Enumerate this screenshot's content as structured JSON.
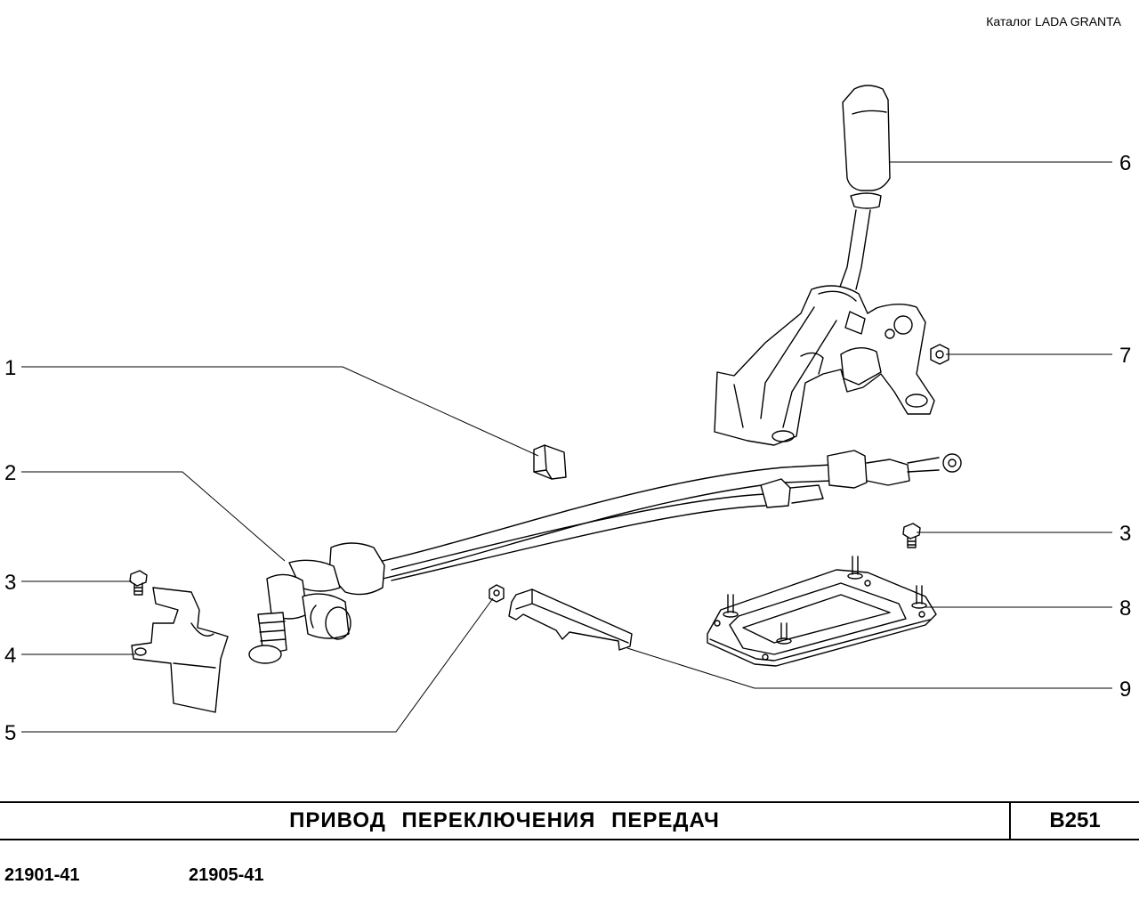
{
  "header": {
    "catalog": "Каталог  LADA  GRANTA"
  },
  "callouts": [
    {
      "id": "1",
      "label": "1"
    },
    {
      "id": "2",
      "label": "2"
    },
    {
      "id": "3a",
      "label": "3"
    },
    {
      "id": "4",
      "label": "4"
    },
    {
      "id": "5",
      "label": "5"
    },
    {
      "id": "6",
      "label": "6"
    },
    {
      "id": "7",
      "label": "7"
    },
    {
      "id": "3b",
      "label": "3"
    },
    {
      "id": "8",
      "label": "8"
    },
    {
      "id": "9",
      "label": "9"
    }
  ],
  "title_block": {
    "title": "ПРИВОД   ПЕРЕКЛЮЧЕНИЯ   ПЕРЕДАЧ",
    "page_code": "B251"
  },
  "models": [
    "21901-41",
    "21905-41"
  ]
}
